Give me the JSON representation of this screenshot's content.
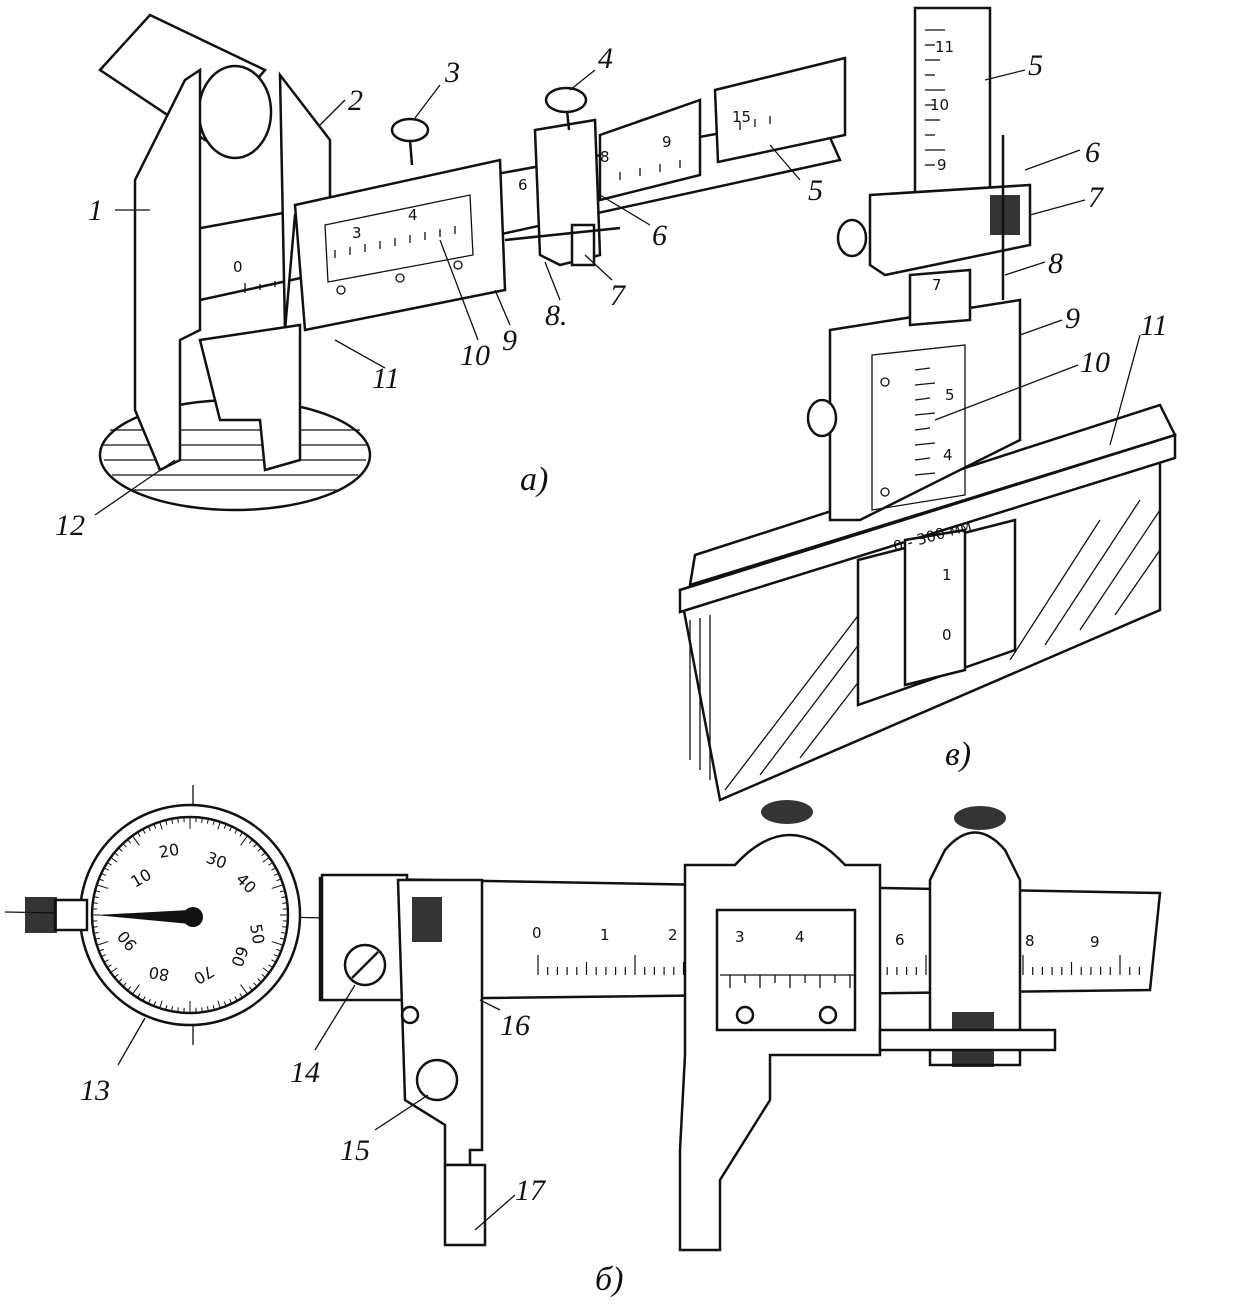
{
  "figure": {
    "subfigures": [
      {
        "id": "a",
        "label": "а)"
      },
      {
        "id": "b",
        "label": "б)"
      },
      {
        "id": "v",
        "label": "в)"
      }
    ],
    "a": {
      "callouts": [
        "1",
        "2",
        "3",
        "4",
        "5",
        "6",
        "7",
        "8.",
        "9",
        "10",
        "11",
        "12"
      ],
      "main_scale": [
        "0"
      ],
      "vernier": [
        "3",
        "4"
      ],
      "bar_scale": [
        "6",
        "8",
        "9",
        "15"
      ]
    },
    "v": {
      "callouts": [
        "5",
        "6",
        "7",
        "8",
        "9",
        "10",
        "11"
      ],
      "ruler_ticks": [
        "11",
        "10",
        "9",
        "7"
      ],
      "vernier": [
        "5",
        "4"
      ],
      "lower_scale": [
        "1",
        "0"
      ],
      "base_text": "0 - 300 мм"
    },
    "b": {
      "callouts": [
        "13",
        "14",
        "15",
        "16",
        "17"
      ],
      "main_scale": [
        "0",
        "1",
        "2",
        "6",
        "8",
        "9"
      ],
      "vernier": [
        "3",
        "4"
      ],
      "dial": [
        "10",
        "20",
        "30",
        "40",
        "50",
        "60",
        "70",
        "80",
        "90"
      ]
    }
  }
}
